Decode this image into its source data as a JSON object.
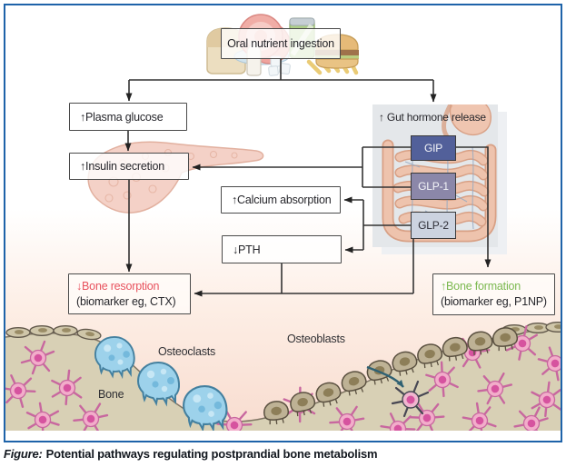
{
  "figure": {
    "caption_label": "Figure:",
    "caption_text": "Potential pathways regulating postprandial bone metabolism"
  },
  "boxes": {
    "oral": "Oral nutrient ingestion",
    "plasma_glucose": "↑Plasma glucose",
    "insulin_secretion": "↑Insulin secretion",
    "gut_hormone_release": "↑ Gut hormone release",
    "gip": "GIP",
    "glp1": "GLP-1",
    "glp2": "GLP-2",
    "calcium_absorption": "↑Calcium absorption",
    "pth": "↓PTH",
    "bone_resorption": "↓Bone resorption",
    "bone_resorption_sub": "(biomarker eg, CTX)",
    "bone_formation": "↑Bone formation",
    "bone_formation_sub": "(biomarker eg, P1NP)"
  },
  "cell_labels": {
    "osteoclasts": "Osteoclasts",
    "osteoblasts": "Osteoblasts",
    "bone": "Bone"
  },
  "colors": {
    "frame_blue": "#1e63a9",
    "resorption_red": "#e8535e",
    "formation_green": "#7cb950",
    "gip_fill": "#52609a",
    "glp1_fill": "#8b87a9",
    "glp2_fill": "#ccd3e0",
    "panel_gray": "#e4e7ea",
    "arrow_dark": "#333333"
  }
}
